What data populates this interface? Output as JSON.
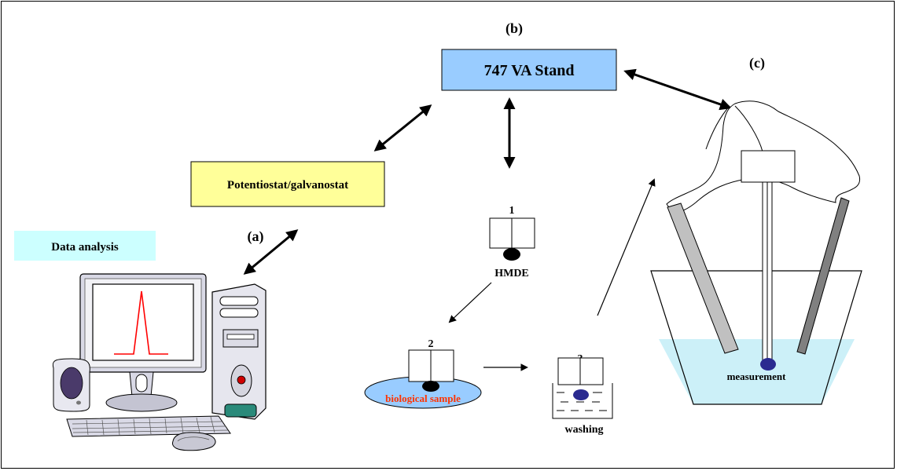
{
  "labels": {
    "panel_a": "(a)",
    "panel_b": "(b)",
    "panel_c": "(c)",
    "va_stand": "747 VA Stand",
    "potentiostat": "Potentiostat/galvanostat",
    "data_analysis": "Data analysis",
    "step1_num": "1",
    "step1_name": "HMDE",
    "step2_num": "2",
    "step2_name": "biological sample",
    "step3_num": "3",
    "step3_name": "washing",
    "measurement": "measurement"
  },
  "colors": {
    "va_stand_fill": "#99ccff",
    "potentiostat_fill": "#ffff99",
    "data_analysis_fill": "#ccffff",
    "sample_fill": "#99ccff",
    "solution_fill": "#ccf0f8",
    "sample_text": "#ff3300",
    "drop_black": "#000000",
    "drop_blue": "#2a2a90",
    "peak_line": "#ff0000",
    "monitor_body": "#d9d9e6",
    "cpu_body": "#e6e6ee"
  },
  "icons": [
    "computer-icon",
    "speaker-icon",
    "keyboard-icon",
    "mouse-icon",
    "electrode-icon",
    "beaker-icon"
  ]
}
